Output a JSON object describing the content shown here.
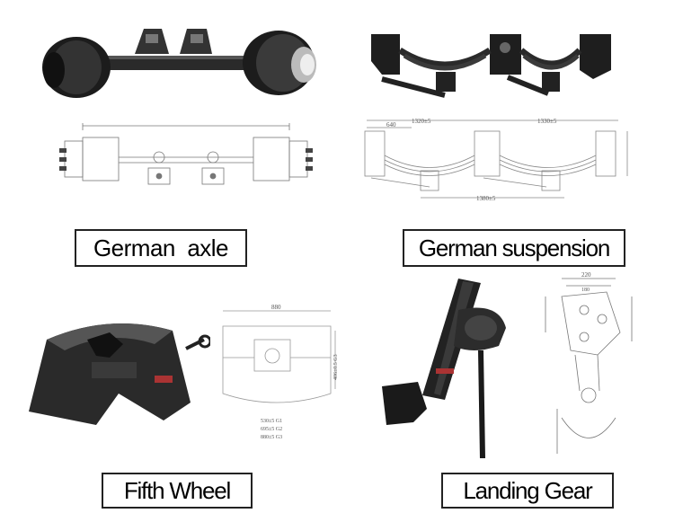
{
  "products": [
    {
      "id": "axle",
      "label": "German  axle",
      "photo_icon": "axle-photo",
      "drawing_icon": "axle-drawing"
    },
    {
      "id": "suspension",
      "label": "German suspension",
      "photo_icon": "suspension-photo",
      "drawing_icon": "suspension-drawing"
    },
    {
      "id": "fifth_wheel",
      "label": "Fifth Wheel",
      "photo_icon": "fifth-wheel-photo",
      "drawing_icon": "fifth-wheel-drawing"
    },
    {
      "id": "landing_gear",
      "label": "Landing Gear",
      "photo_icon": "landing-gear-photo",
      "drawing_icon": "landing-gear-drawing"
    }
  ],
  "drawing_annotations": {
    "suspension_top_1": "1320±5",
    "suspension_top_2": "1330±5",
    "suspension_left": "640",
    "suspension_bottom": "1380±5",
    "fifth_wheel_width": "880",
    "fifth_wheel_dim1": "530±5 G1",
    "fifth_wheel_dim2": "695±5 G2",
    "fifth_wheel_dim3": "880±5 G3",
    "fifth_wheel_height": "406±0.5 G3",
    "landing_gear_top": "220",
    "landing_gear_top2": "180"
  }
}
